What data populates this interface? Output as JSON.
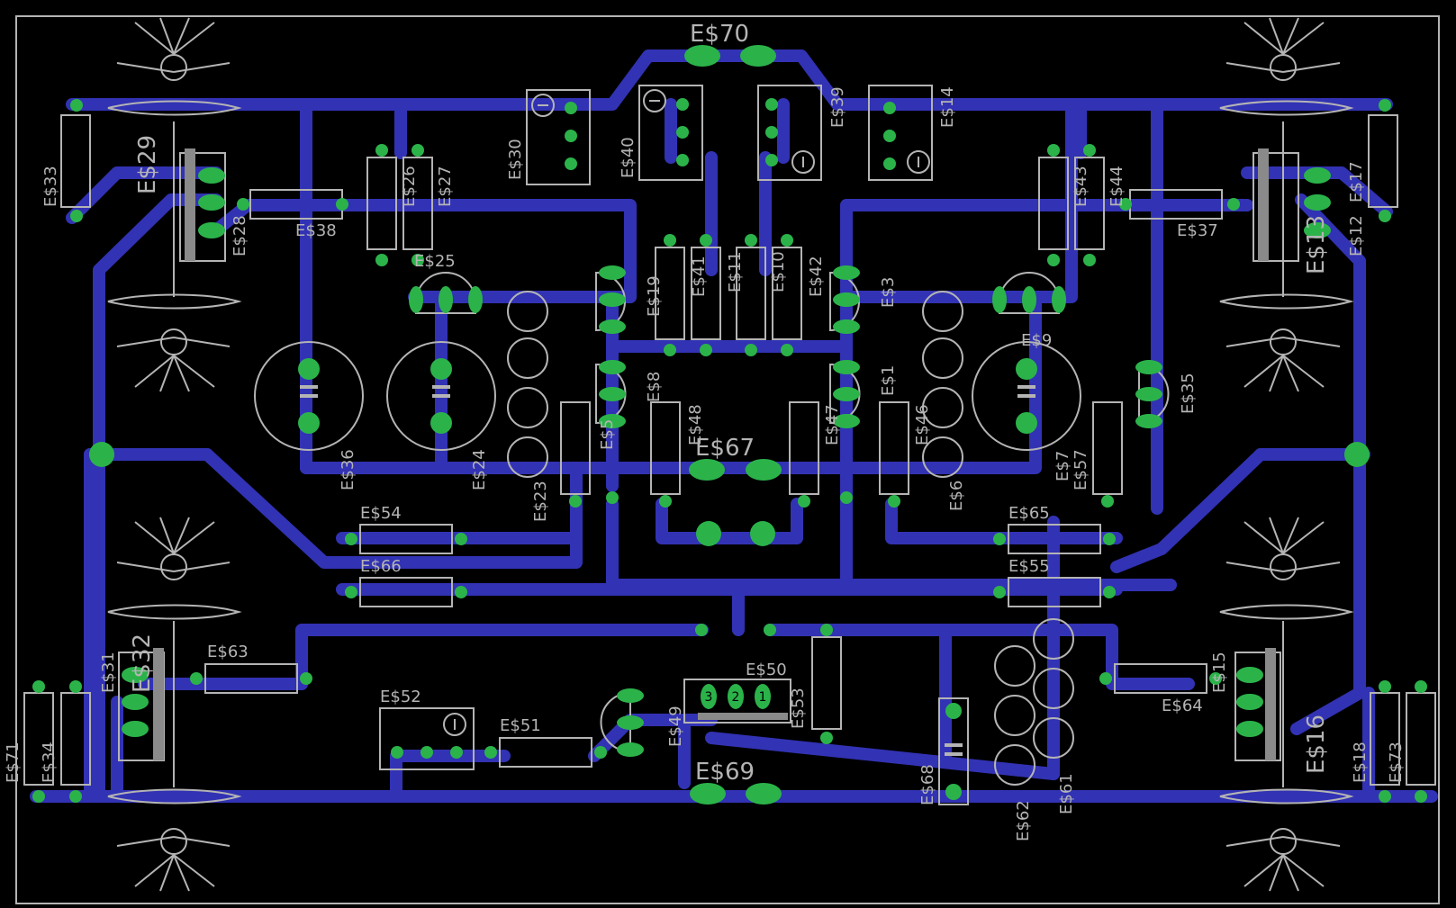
{
  "colors": {
    "background": "#000000",
    "trace": "#3232b4",
    "pad": "#2bb34a",
    "silkscreen": "#b4b4b4"
  },
  "components": {
    "e70": "E$70",
    "e67": "E$67",
    "e69": "E$69",
    "e29": "E$29",
    "e33": "E$33",
    "e28": "E$28",
    "e38": "E$38",
    "e26": "E$26",
    "e27": "E$27",
    "e25": "E$25",
    "e30": "E$30",
    "e40": "E$40",
    "e39": "E$39",
    "e14": "E$14",
    "e19": "E$19",
    "e41": "E$41",
    "e11": "E$11",
    "e10": "E$10",
    "e42": "E$42",
    "e3": "E$3",
    "e43": "E$43",
    "e44": "E$44",
    "e37": "E$37",
    "e17": "E$17",
    "e12": "E$12",
    "e13": "E$13",
    "e9": "E$9",
    "e36": "E$36",
    "e24": "E$24",
    "e23": "E$23",
    "e5": "E$5",
    "e8": "E$8",
    "e48": "E$48",
    "e47": "E$47",
    "e1": "E$1",
    "e46": "E$46",
    "e6": "E$6",
    "e7": "E$7",
    "e57": "E$57",
    "e35": "E$35",
    "e54": "E$54",
    "e66": "E$66",
    "e65": "E$65",
    "e55": "E$55",
    "e63": "E$63",
    "e32": "E$32",
    "e31": "E$31",
    "e34": "E$34",
    "e71": "E$71",
    "e52": "E$52",
    "e51": "E$51",
    "e49": "E$49",
    "e50": "E$50",
    "e53": "E$53",
    "e68": "E$68",
    "e62": "E$62",
    "e61": "E$61",
    "e64": "E$64",
    "e15": "E$15",
    "e16": "E$16",
    "e18": "E$18",
    "e73": "E$73"
  },
  "pin_numbers": [
    "3",
    "2",
    "1"
  ]
}
